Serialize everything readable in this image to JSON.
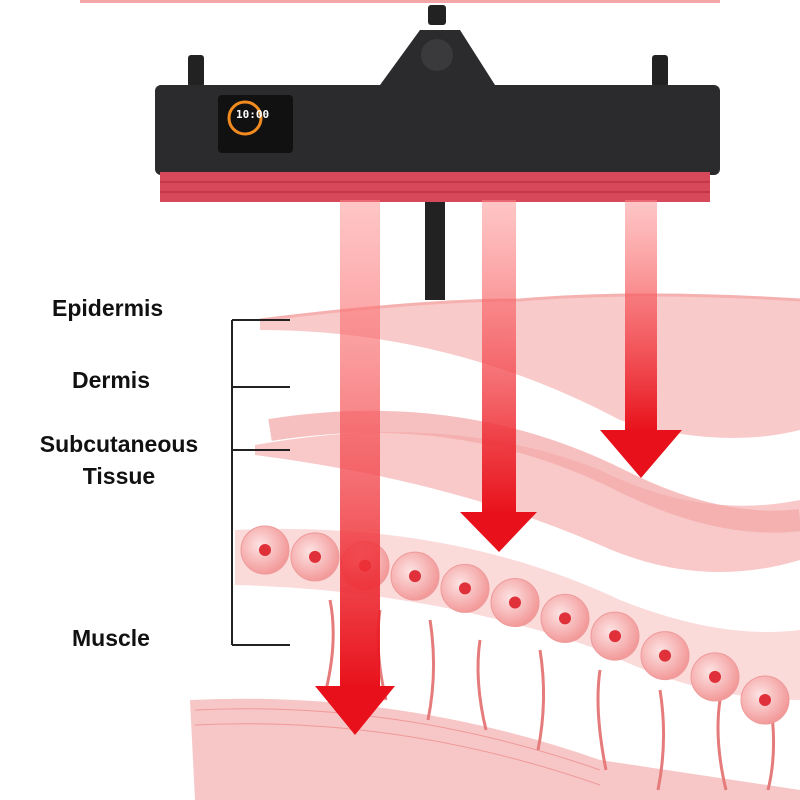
{
  "labels": {
    "epidermis": "Epidermis",
    "dermis": "Dermis",
    "subcutaneous_line1": "Subcutaneous",
    "subcutaneous_line2": "Tissue",
    "muscle": "Muscle"
  },
  "device": {
    "screen_time": "10:00"
  },
  "colors": {
    "beam": "#e8101a",
    "tissue": "#f6b3b3",
    "device_body": "#2b2b2d",
    "led_panel": "#d6485a"
  }
}
